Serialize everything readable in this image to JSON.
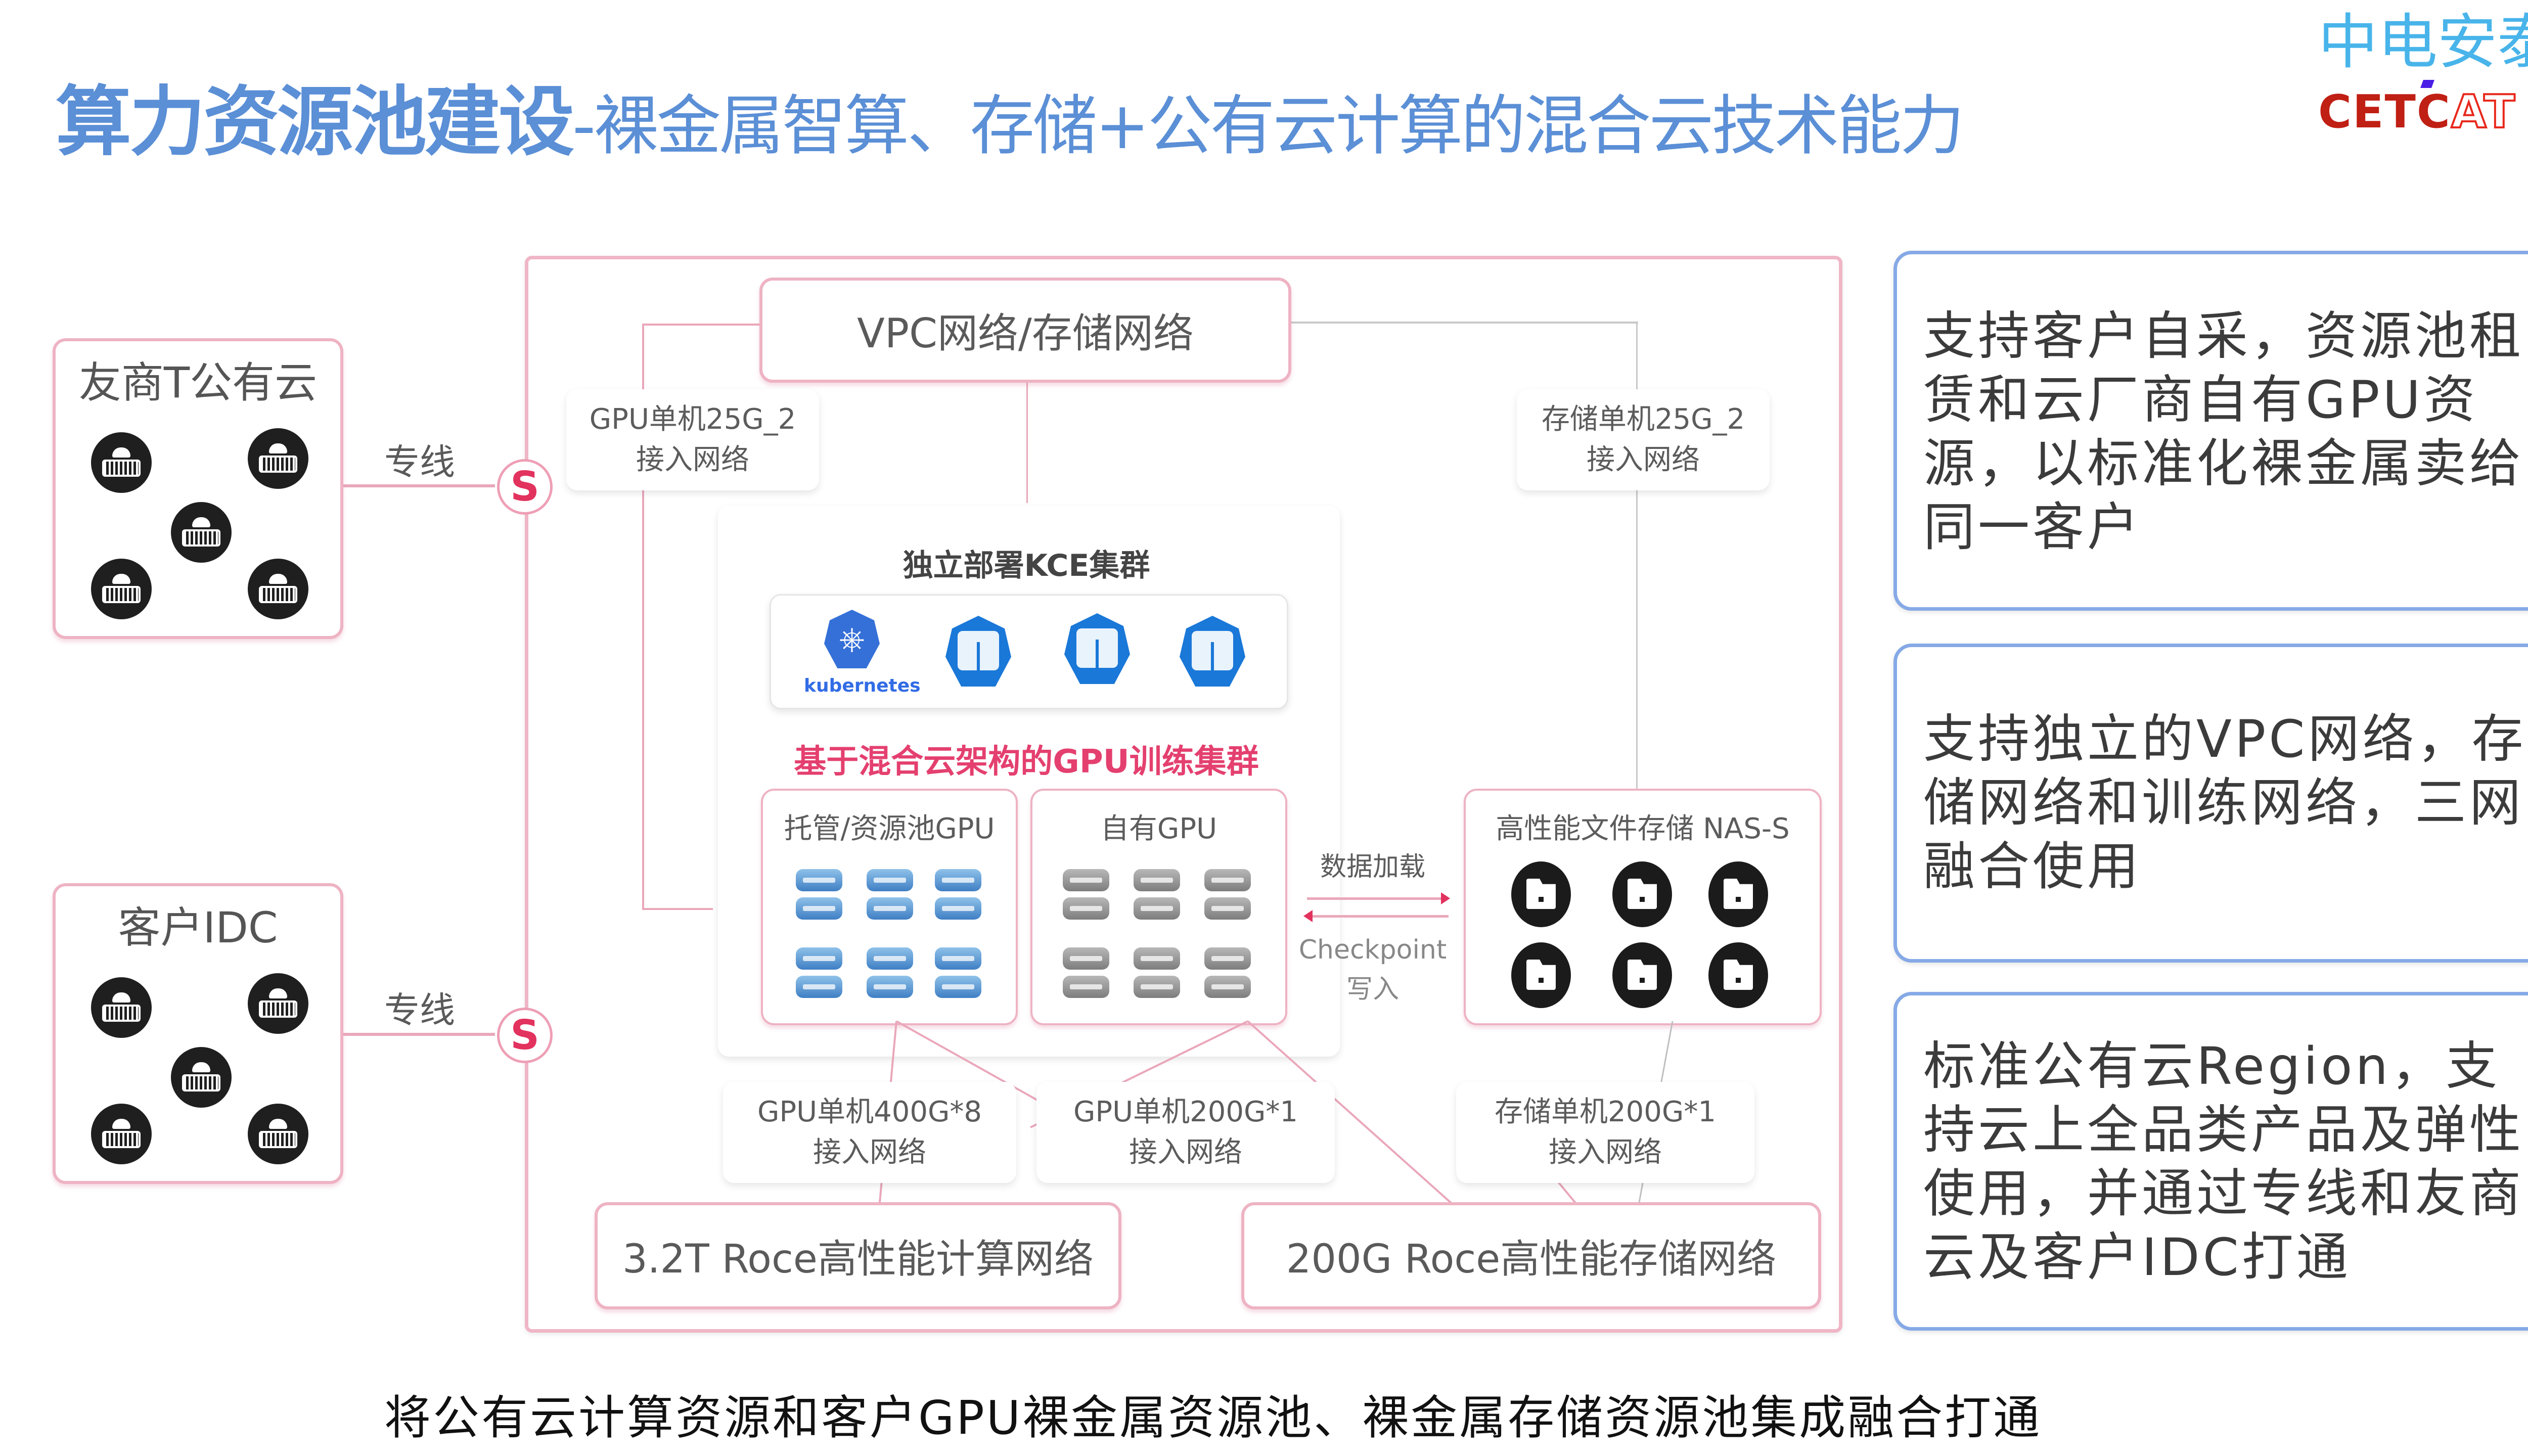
{
  "header": {
    "title_main": "算力资源池建设",
    "title_sub": "-裸金属智算、存储+公有云计算的混合云技术能力",
    "logo": {
      "text_cn": "中电安泰",
      "text_en_a": "CETC",
      "text_en_b": "AT"
    }
  },
  "colors": {
    "title": "#5b8fd6",
    "accent_pink": "#e2325e",
    "panel_border": "#86a9e6",
    "logo_blue": "#48b4ea",
    "logo_red": "#c01f14"
  },
  "diagram": {
    "external": [
      {
        "title": "友商T公有云",
        "link_label": "专线",
        "icon": "cloud-server-icon",
        "icon_count": 5
      },
      {
        "title": "客户IDC",
        "link_label": "专线",
        "icon": "cloud-server-icon",
        "icon_count": 5
      }
    ],
    "vpc_box": "VPC网络/存储网络",
    "access_gpu_25g": {
      "line1": "GPU单机25G_2",
      "line2": "接入网络"
    },
    "access_storage_25g": {
      "line1": "存储单机25G_2",
      "line2": "接入网络"
    },
    "kce_title": "独立部署KCE集群",
    "kubernetes_label": "kubernetes",
    "gpu_cluster_title": "基于混合云架构的GPU训练集群",
    "gpu_hosted": "托管/资源池GPU",
    "gpu_own": "自有GPU",
    "data_load": "数据加载",
    "checkpoint_line1": "Checkpoint",
    "checkpoint_line2": "写入",
    "nas": "高性能文件存储 NAS-S",
    "access_bottom": [
      {
        "line1": "GPU单机400G*8",
        "line2": "接入网络"
      },
      {
        "line1": "GPU单机200G*1",
        "line2": "接入网络"
      },
      {
        "line1": "存储单机200G*1",
        "line2": "接入网络"
      }
    ],
    "compute_net": "3.2T Roce高性能计算网络",
    "storage_net": "200G Roce高性能存储网络"
  },
  "panels": [
    "支持客户自采，资源池租赁和云厂商自有GPU资源，以标准化裸金属卖给同一客户",
    "支持独立的VPC网络，存储网络和训练网络，三网融合使用",
    "标准公有云Region，支持云上全品类产品及弹性使用，并通过专线和友商云及客户IDC打通"
  ],
  "caption": "将公有云计算资源和客户GPU裸金属资源池、裸金属存储资源池集成融合打通"
}
